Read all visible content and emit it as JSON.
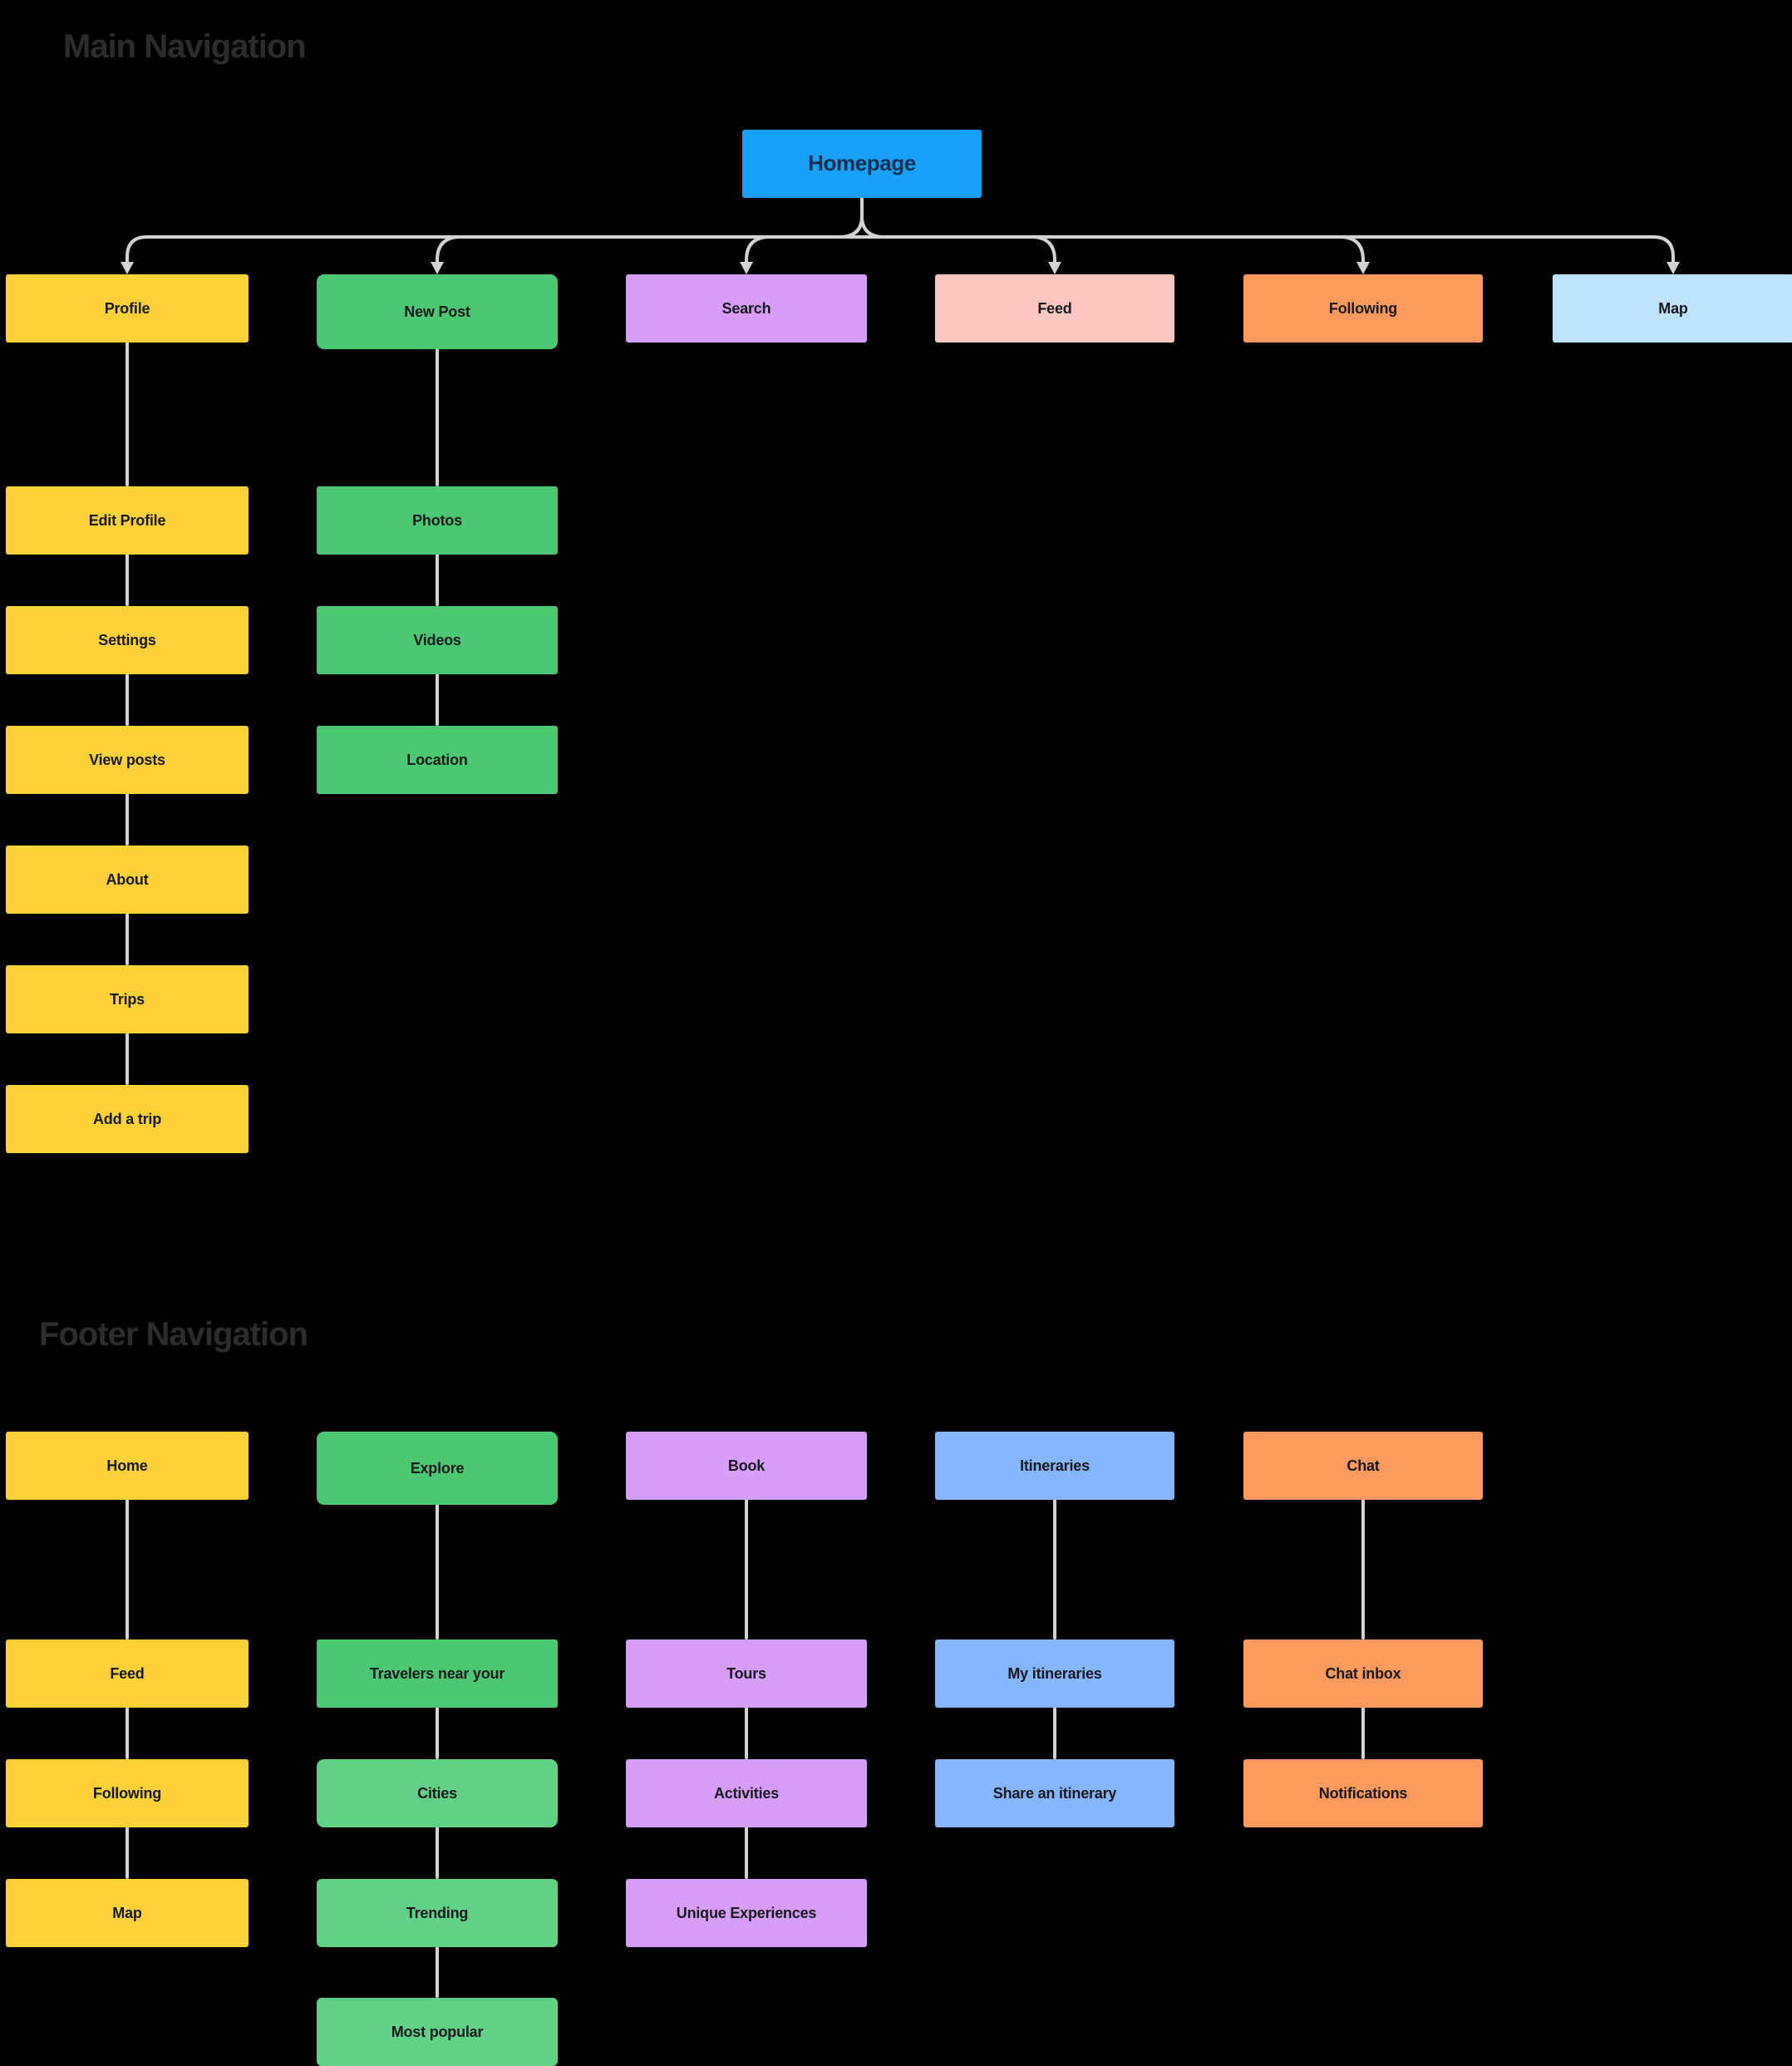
{
  "sections": {
    "main": {
      "title": "Main Navigation"
    },
    "footer": {
      "title": "Footer Navigation"
    }
  },
  "nodes": {
    "homepage": "Homepage",
    "profile": "Profile",
    "new_post": "New Post",
    "search": "Search",
    "feed": "Feed",
    "following": "Following",
    "map": "Map",
    "edit_profile": "Edit Profile",
    "settings": "Settings",
    "view_posts": "View posts",
    "about": "About",
    "trips": "Trips",
    "add_a_trip": "Add a trip",
    "photos": "Photos",
    "videos": "Videos",
    "location": "Location",
    "home": "Home",
    "explore": "Explore",
    "book": "Book",
    "itineraries": "Itineraries",
    "chat": "Chat",
    "feed_footer": "Feed",
    "travelers_near_your": "Travelers near your",
    "tours": "Tours",
    "my_itineraries": "My itineraries",
    "chat_inbox": "Chat inbox",
    "following_footer": "Following",
    "cities": "Cities",
    "activities": "Activities",
    "share_an_itinerary": "Share an itinerary",
    "notifications": "Notifications",
    "map_footer": "Map",
    "trending": "Trending",
    "unique_experiences": "Unique Experiences",
    "most_popular": "Most popular"
  },
  "colors": {
    "background": "#000000",
    "title-text": "#2c2c2c",
    "connector": "#d2d2d2",
    "node-text": "#17191d",
    "homepage-text": "#12304e",
    "blue": "#18a0fb",
    "yellow": "#ffd139",
    "green": "#4cc873",
    "green-light": "#60d185",
    "purple": "#d69df9",
    "pink": "#fec6c1",
    "orange": "#fc9a5e",
    "skyblue": "#bee3fe",
    "blue-soft": "#85b5fd"
  }
}
